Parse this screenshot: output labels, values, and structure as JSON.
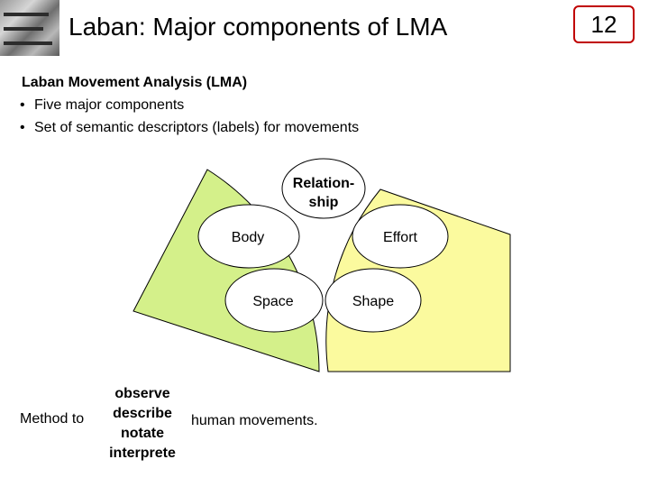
{
  "header": {
    "title_prefix": "Laban",
    "title_rest": ": Major components of LMA",
    "page_number": "12"
  },
  "content": {
    "subtitle": "Laban Movement Analysis (LMA)",
    "bullets": [
      "Five major components",
      "Set of semantic descriptors (labels) for movements"
    ]
  },
  "diagram": {
    "components": {
      "relationship_line1": "Relation-",
      "relationship_line2": "ship",
      "body": "Body",
      "effort": "Effort",
      "space": "Space",
      "shape": "Shape"
    },
    "colors": {
      "left_fan": "#d4f08a",
      "right_fan": "#fbfa9e",
      "ellipse_fill": "#ffffff",
      "stroke": "#000000"
    }
  },
  "footer": {
    "method_label": "Method to",
    "verbs": [
      "observe",
      "describe",
      "notate",
      "interprete"
    ],
    "object_text": "human movements."
  }
}
